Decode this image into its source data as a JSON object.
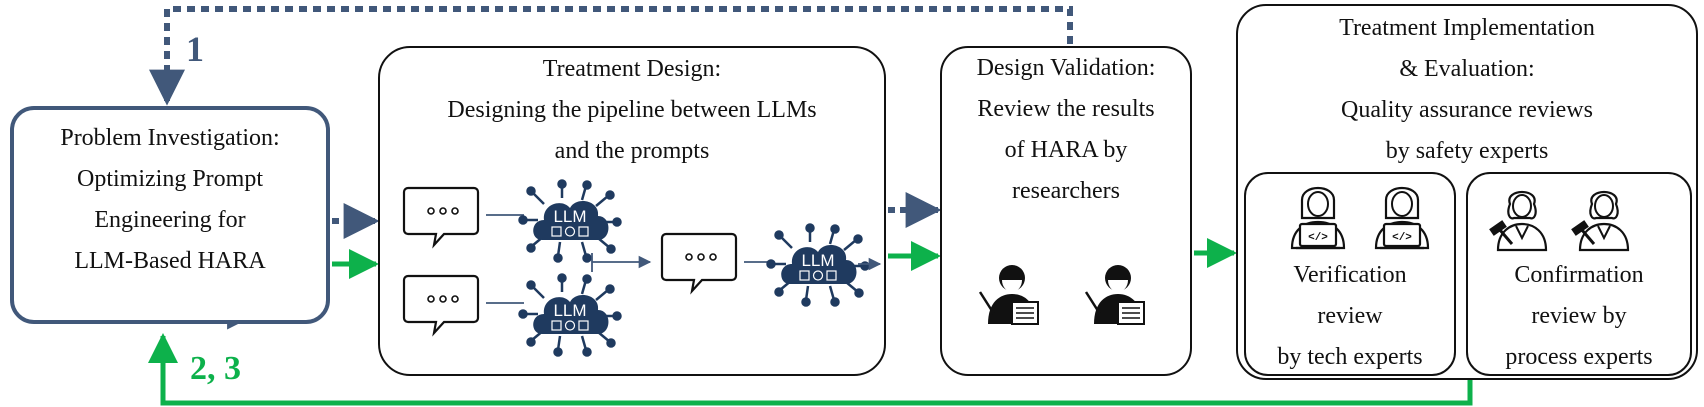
{
  "colors": {
    "navy": "#41587A",
    "green": "#0DB14B",
    "black": "#111111"
  },
  "labels": {
    "iteration_1": "1",
    "iteration_2_3": "2, 3"
  },
  "problem": {
    "line1": "Problem Investigation:",
    "line2": "Optimizing Prompt",
    "line3": "Engineering for",
    "line4": "LLM-Based HARA"
  },
  "treatment_design": {
    "line1": "Treatment Design:",
    "line2": "Designing the pipeline between LLMs",
    "line3": "and the prompts",
    "llm_label": "LLM",
    "icons": [
      "chat-bubble-icon",
      "llm-cloud-icon"
    ]
  },
  "design_validation": {
    "line1": "Design Validation:",
    "line2": "Review the results",
    "line3": "of HARA by",
    "line4": "researchers",
    "icons": [
      "researcher-icon",
      "researcher-icon"
    ]
  },
  "implementation": {
    "line1": "Treatment Implementation",
    "line2": "& Evaluation:",
    "line3": "Quality assurance reviews",
    "line4": "by safety experts",
    "verification": {
      "line1": "Verification",
      "line2": "review",
      "line3": "by tech experts",
      "icons": [
        "tech-expert-icon",
        "tech-expert-icon"
      ]
    },
    "confirmation": {
      "line1": "Confirmation",
      "line2": "review by",
      "line3": "process experts",
      "icons": [
        "process-expert-icon",
        "process-expert-icon"
      ]
    }
  }
}
